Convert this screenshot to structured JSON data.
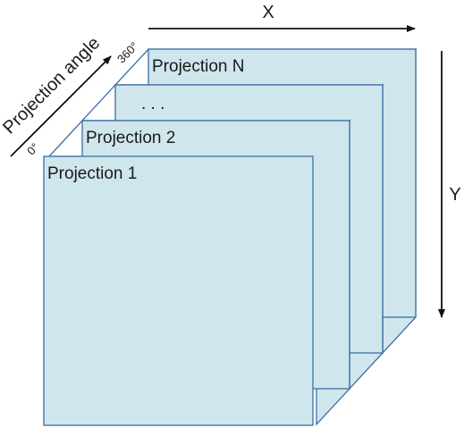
{
  "axes": {
    "x_label": "X",
    "y_label": "Y",
    "angle_label": "Projection angle",
    "angle_start": "0°",
    "angle_end": "360°"
  },
  "projections": {
    "first": "Projection 1",
    "second": "Projection 2",
    "ellipsis": ". . .",
    "last": "Projection N"
  },
  "colors": {
    "face_fill": "#cfe6ec",
    "edge": "#3c6ea5",
    "top_side_fill": "#ffffff",
    "arrow": "#111111"
  }
}
